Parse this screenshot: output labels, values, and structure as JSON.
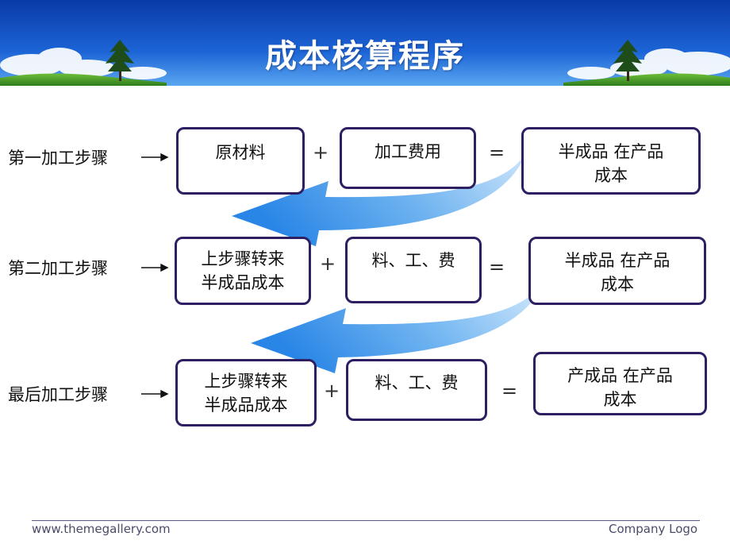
{
  "slide": {
    "title": "成本核算程序"
  },
  "rows": [
    {
      "step_label": "第一加工步骤",
      "box1": {
        "line1": "原材料",
        "line2": ""
      },
      "plus": "+",
      "box2": {
        "line1": "加工费用"
      },
      "equals": "=",
      "box3": {
        "line1": "半成品  在产品",
        "line2": "成本"
      }
    },
    {
      "step_label": "第二加工步骤",
      "box1": {
        "line1": "上步骤转来",
        "line2": "半成品成本"
      },
      "plus": "+",
      "box2": {
        "line1": "料、工、费"
      },
      "equals": "=",
      "box3": {
        "line1": "半成品  在产品",
        "line2": "成本"
      }
    },
    {
      "step_label": "最后加工步骤",
      "box1": {
        "line1": "上步骤转来",
        "line2": "半成品成本"
      },
      "plus": "+",
      "box2": {
        "line1": "料、工、费"
      },
      "equals": "=",
      "box3": {
        "line1": "产成品  在产品",
        "line2": "成本"
      }
    }
  ],
  "footer": {
    "website": "www.themegallery.com",
    "logo_text": "Company Logo"
  },
  "colors": {
    "box_border": "#2e1f63",
    "arrow_blue": "#4aa3ef",
    "banner_blue": "#0b47b5"
  }
}
